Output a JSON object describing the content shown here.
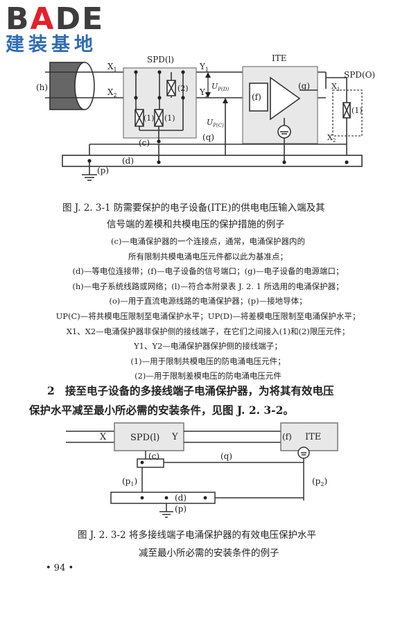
{
  "logo": {
    "word_pre": "B",
    "word_a": "A",
    "word_post": "DE",
    "subtitle": "建装基地",
    "accent": "#e4202a",
    "brand": "#2f6db5"
  },
  "figure1": {
    "labels": {
      "h": "(h)",
      "spd": "SPD(l)",
      "ite": "ITE",
      "spdo": "SPD(O)",
      "x1": "X",
      "x1s": "1",
      "x2": "X",
      "x2s": "2",
      "y1": "Y",
      "y1s": "1",
      "y2": "Y",
      "y2s": "2",
      "up": "U",
      "ups": "P(D)",
      "upc": "U",
      "upcs": "P(C)",
      "f": "(f)",
      "g": "(g)",
      "c": "(c)",
      "q": "(q)",
      "d": "(d)",
      "p": "(p)",
      "el1": "(1)",
      "el1b": "(1)",
      "el2": "(2)",
      "el1o": "(1)",
      "xo1": "X",
      "xo1s": "1",
      "xo2": "X",
      "xo2s": "2"
    },
    "caption_line1": "图 J. 2. 3-1   防需要保护的电子设备(ITE)的供电电压输入端及其",
    "caption_line2": "信号端的差模和共模电压的保护措施的例子"
  },
  "notes": [
    "(c)—电涌保护器的一个连接点，通常，电涌保护器内的",
    "所有限制共模电涌电压元件都以此为基准点；",
    "(d)—等电位连接带；(f)—电子设备的信号端口；(g)—电子设备的电源端口；",
    "(h)—电子系统线路或网络；(l)—符合本附录表 J. 2. 1 所选用的电涌保护器；",
    "(o)—用于直流电源线路的电涌保护器；(p)—接地导体；",
    "UP(C)—将共模电压限制至电涌保护水平；UP(D)—将差模电压限制至电涌保护水平；",
    "X1、X2—电涌保护器非保护侧的接线端子，在它们之间接入(1)和(2)限压元件；",
    "Y1、Y2—电涌保护器保护侧的接线端子；",
    "(1)—用于限制共模电压的防电涌电压元件；",
    "(2)—用于限制差模电压的防电涌电压元件"
  ],
  "paragraph": {
    "number": "2",
    "line1": "接至电子设备的多接线端子电涌保护器，为将其有效电压",
    "line2": "保护水平减至最小所必需的安装条件，见图 J. 2. 3-2。"
  },
  "figure2": {
    "labels": {
      "x": "X",
      "spd": "SPD(l)",
      "y": "Y",
      "f": "(f)",
      "ite": "ITE",
      "c": "(c)",
      "q": "(q)",
      "p1": "(p",
      "p1s": "1",
      "p1e": ")",
      "p2": "(p",
      "p2s": "2",
      "p2e": ")",
      "d": "(d)",
      "p": "(p)"
    },
    "caption_line1": "图 J. 2. 3-2   将多接线端子电涌保护器的有效电压保护水平",
    "caption_line2": "减至最小所必需的安装条件的例子"
  },
  "page_number": "• 94 •"
}
